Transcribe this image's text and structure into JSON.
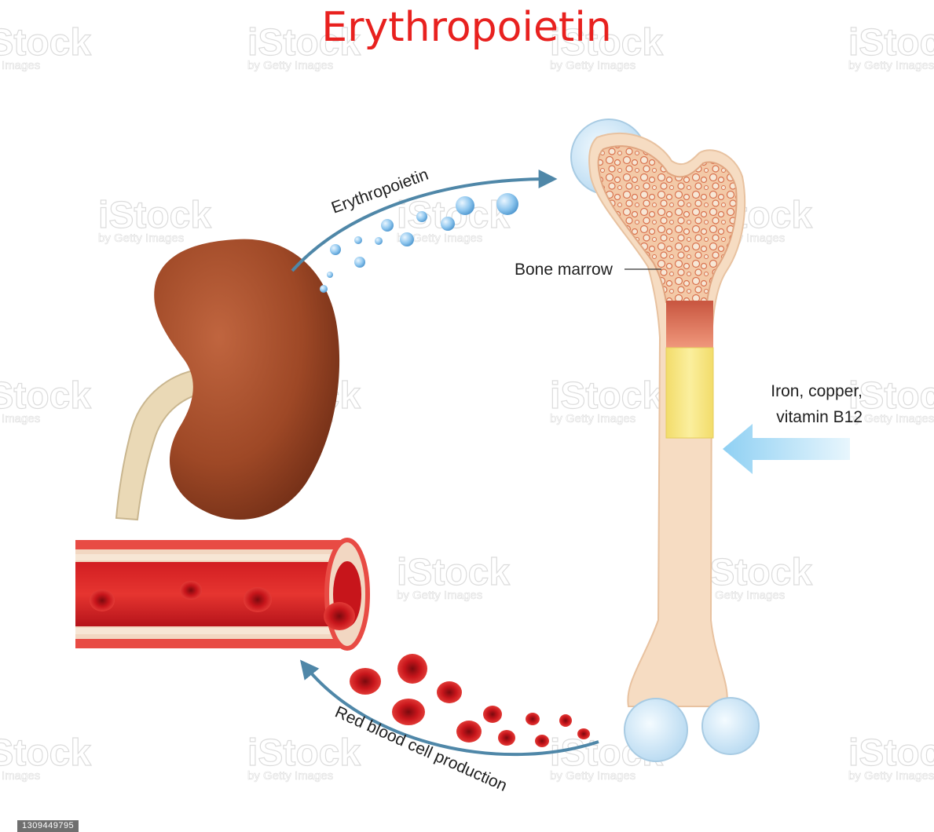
{
  "title": "Erythropoietin",
  "labels": {
    "epo_arrow": "Erythropoietin",
    "bone_marrow": "Bone marrow",
    "nutrients_line1": "Iron, copper,",
    "nutrients_line2": "vitamin B12",
    "rbc_arrow": "Red blood cell production"
  },
  "watermark": {
    "brand": "iStock",
    "tagline": "by Getty Images"
  },
  "image_id": "1309449795",
  "colors": {
    "title": "#e8211f",
    "arrow": "#4f87a8",
    "kidney": "#9e4826",
    "blood": "#c7151b",
    "bone": "#f6dcc2",
    "cartilage": "#cfe6f6",
    "marrow_red": "#e58a70",
    "marrow_yellow": "#f7e88c",
    "nutrient_arrow": "#9fd6f4"
  }
}
